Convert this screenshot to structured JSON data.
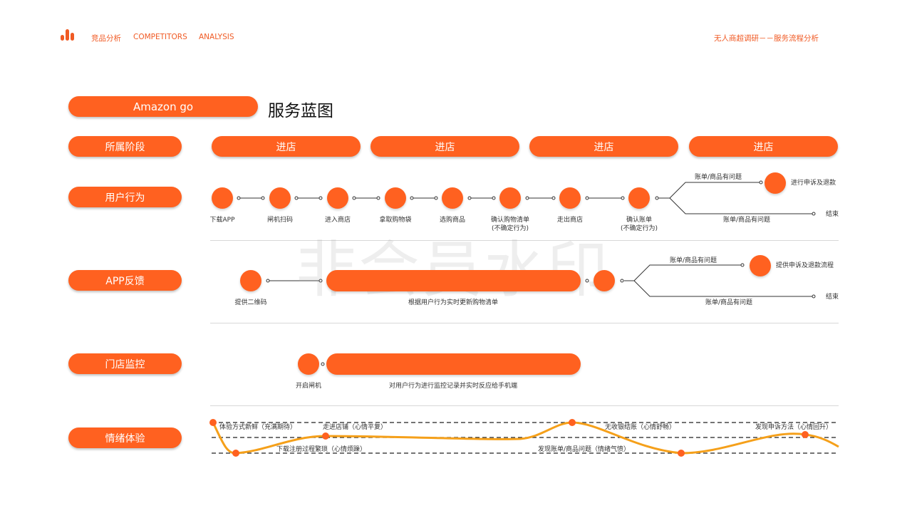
{
  "header": {
    "category": "竞品分析",
    "competitors": "COMPETITORS",
    "analysis": "ANALYSIS",
    "page_subtitle": "无人商超调研－－服务流程分析"
  },
  "title": {
    "brand": "Amazon go",
    "heading": "服务蓝图"
  },
  "stages": {
    "row_label": "所属阶段",
    "items": [
      "进店",
      "进店",
      "进店",
      "进店"
    ]
  },
  "user_actions": {
    "row_label": "用户行为",
    "steps": [
      "下载APP",
      "闸机扫码",
      "进入商店",
      "拿取购物袋",
      "选购商品",
      "确认购物清单\n(不确定行为)",
      "走出商店",
      "确认账单\n(不确定行为)"
    ],
    "branch_problem_top": "账单/商品有问题",
    "branch_result_top": "进行申诉及退款",
    "branch_problem_bottom": "账单/商品有问题",
    "branch_result_bottom": "结束"
  },
  "app_feedback": {
    "row_label": "APP反馈",
    "qr": "提供二维码",
    "update": "根据用户行为实时更新购物清单",
    "branch_problem_top": "账单/商品有问题",
    "branch_result_top": "提供申诉及退款流程",
    "branch_problem_bottom": "账单/商品有问题",
    "branch_result_bottom": "结束"
  },
  "store_monitor": {
    "row_label": "门店监控",
    "gate": "开启闸机",
    "monitor": "对用户行为进行监控记录并实时反应给手机端"
  },
  "emotion": {
    "row_label": "情绪体验",
    "annotations": [
      "体验方式新鲜（充满期待）",
      "下载注册过程繁琐（心情烦躁）",
      "走进店铺（心情平复）",
      "发现账单/商品问题（情绪气愤）",
      "无收银结账（心情舒畅）",
      "发现申诉方法（心情回升）"
    ]
  },
  "watermark": "非会员水印",
  "colors": {
    "accent": "#FF6120",
    "header": "#F05A24",
    "curve": "#F5A01A"
  }
}
